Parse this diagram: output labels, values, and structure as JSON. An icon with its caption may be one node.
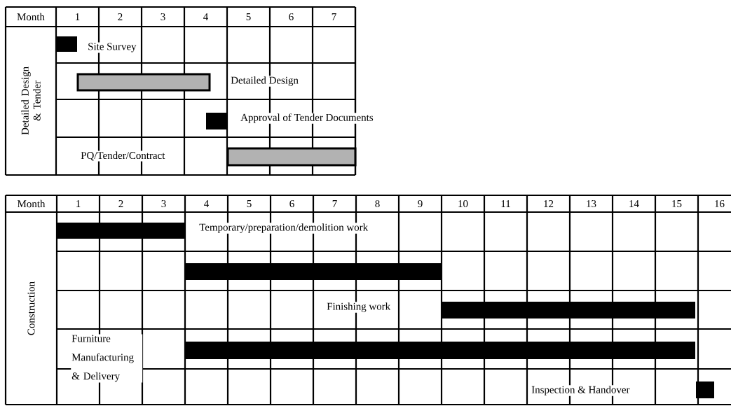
{
  "diagram": {
    "nodes": [
      {
        "text": [],
        "shape": "bar",
        "beside": [
          "Site Survey"
        ]
      },
      {
        "text": [],
        "shape": "bar",
        "beside": [
          "Detailed  Design"
        ]
      },
      {
        "text": [],
        "shape": "bar",
        "beside": [
          "Approval of Tender Documents"
        ]
      },
      {
        "text": [],
        "shape": "bar"
      },
      {
        "text": [],
        "shape": "bar",
        "beside": [
          "Temporary/preparation/demolition work"
        ]
      },
      {
        "text": [],
        "shape": "bar"
      },
      {
        "text": [],
        "shape": "bar"
      },
      {
        "text": [],
        "shape": "bar"
      },
      {
        "text": [],
        "shape": "bar"
      }
    ],
    "labels": [
      "Month",
      "1",
      "2",
      "3",
      "4",
      "5",
      "6",
      "7",
      "Detailed Design & Tender",
      "PQ/Tender/Contract",
      "Month",
      "1",
      "2",
      "3",
      "4",
      "5",
      "6",
      "7",
      "8",
      "9",
      "10",
      "11",
      "12",
      "13",
      "14",
      "15",
      "16",
      "Construction",
      "Finishing work",
      "Furniture Manufacturing & Delivery",
      "Inspection & Handover"
    ]
  }
}
